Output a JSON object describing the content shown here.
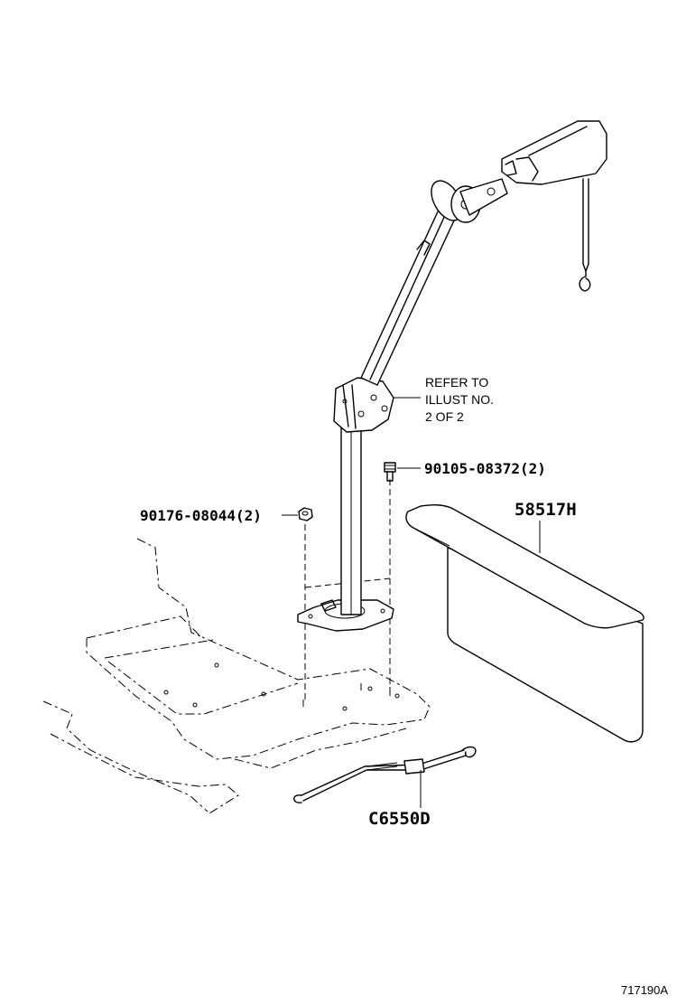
{
  "callouts": {
    "refer_line1": "REFER TO",
    "refer_line2": "ILLUST NO.",
    "refer_line3": "2 OF 2",
    "bolt_part": "90105-08372(2)",
    "nut_part": "90176-08044(2)",
    "pad_part": "58517H",
    "strap_part": "C6550D"
  },
  "figure_id": "717190A"
}
